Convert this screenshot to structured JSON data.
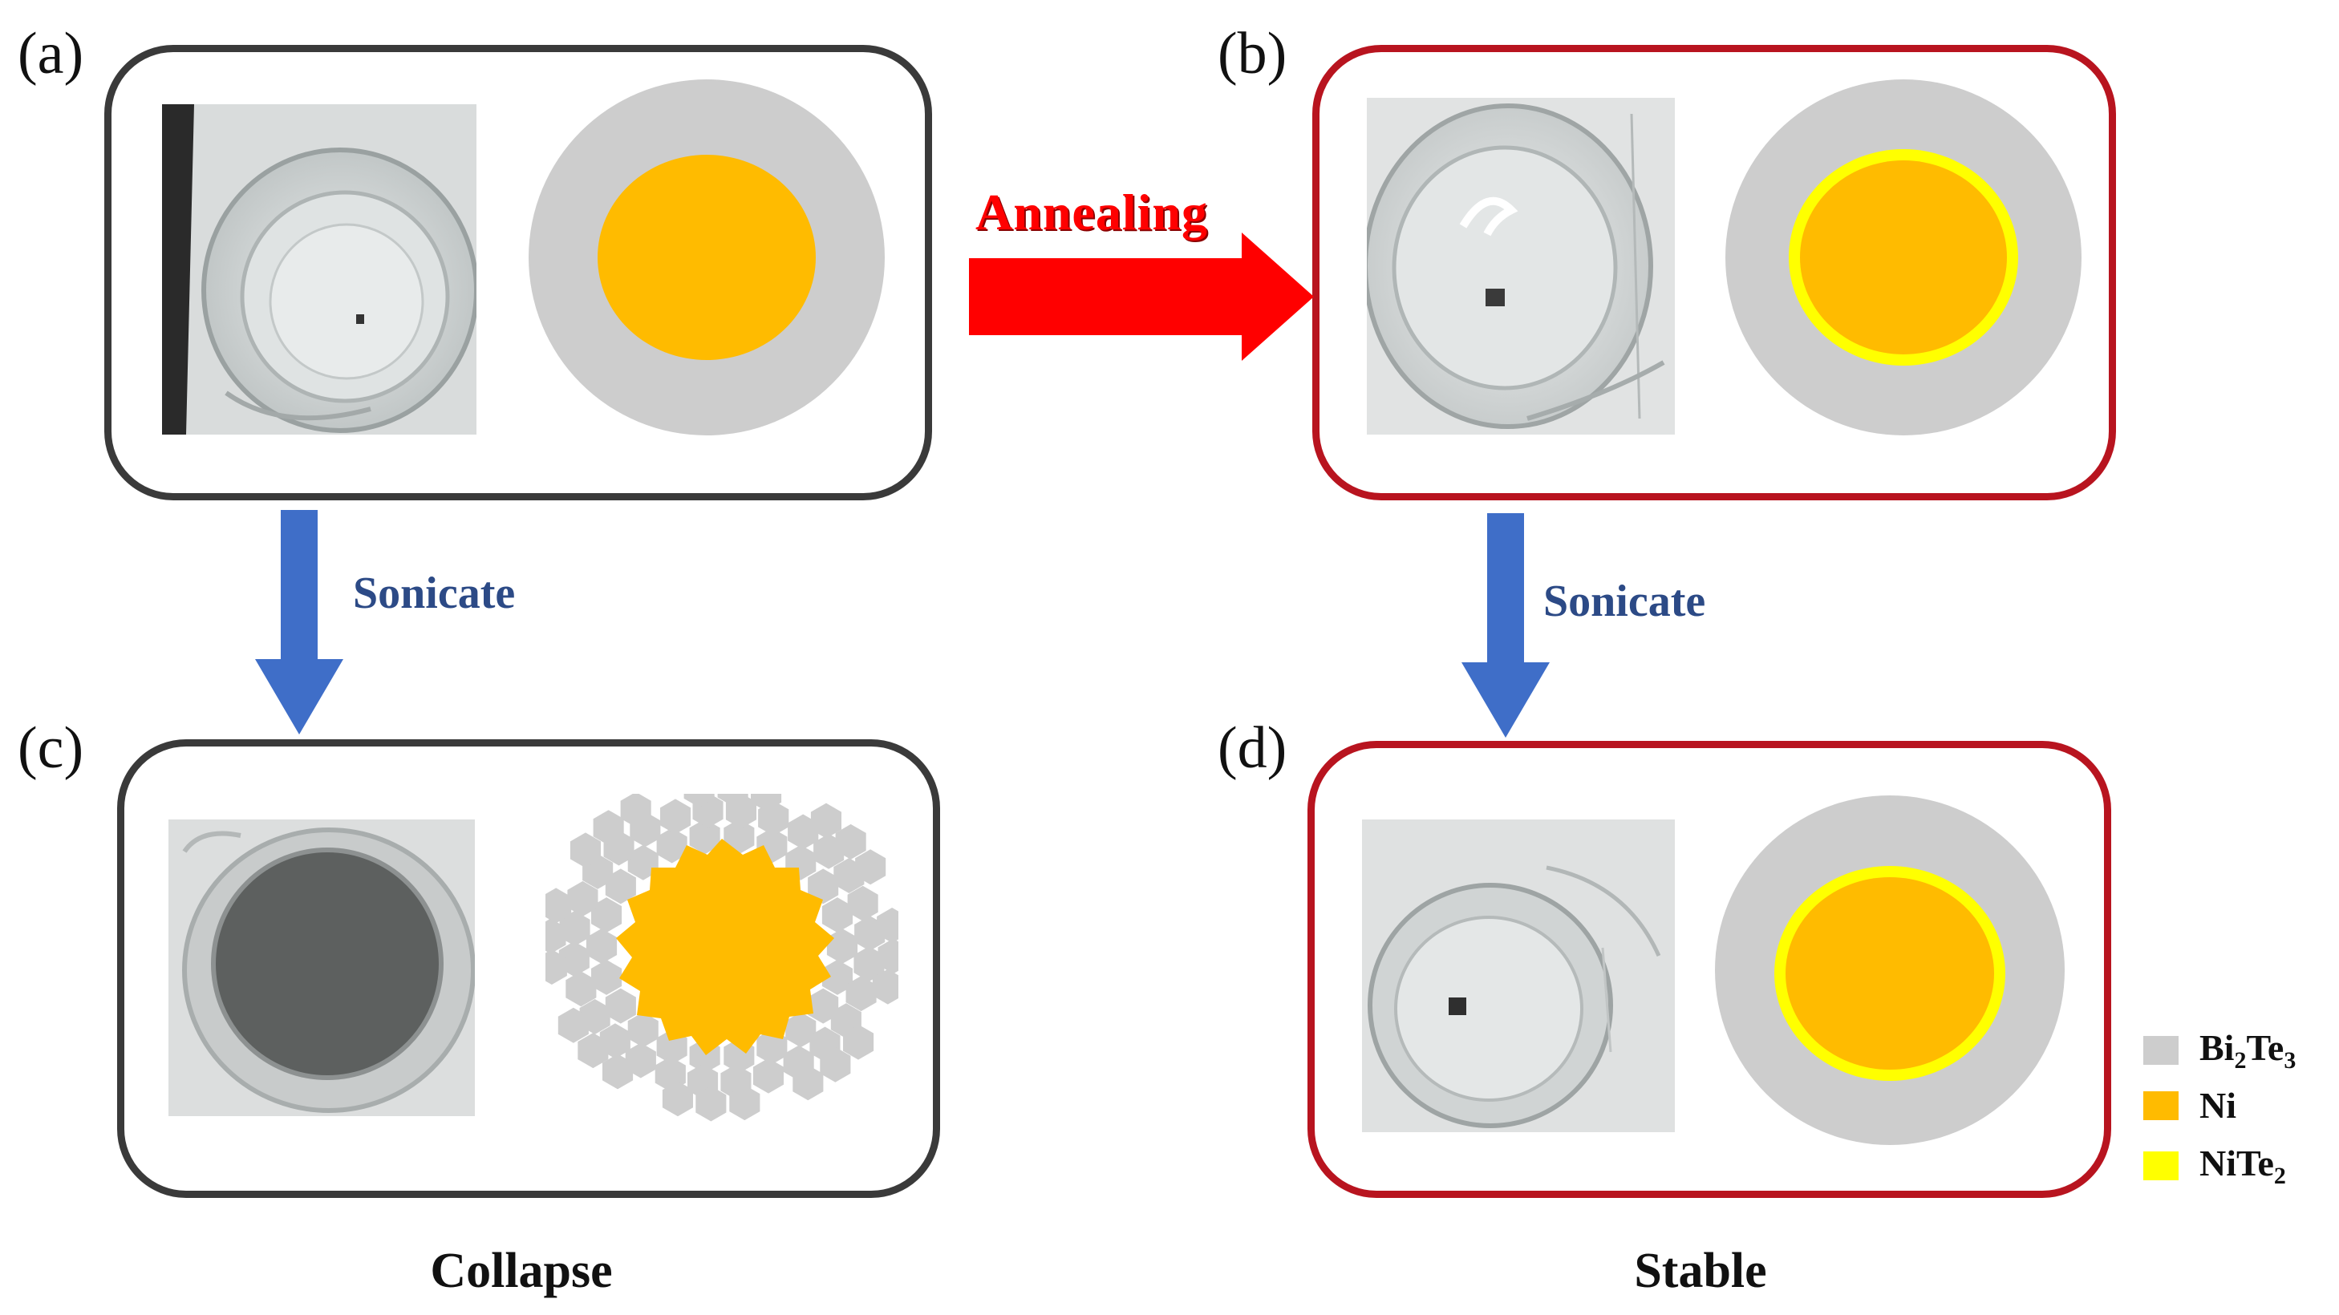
{
  "colors": {
    "black_border": "#3a3a3a",
    "red_border": "#b8141f",
    "bi2te3": "#cdcdcd",
    "ni": "#ffbb00",
    "nite2": "#ffff00",
    "annealing_arrow": "#ff0000",
    "sonicate_arrow": "#3f6ec8",
    "sonicate_text": "#2c4a86"
  },
  "panels": {
    "a": {
      "label": "(a)"
    },
    "b": {
      "label": "(b)"
    },
    "c": {
      "label": "(c)"
    },
    "d": {
      "label": "(d)"
    }
  },
  "arrows": {
    "annealing": {
      "label": "Annealing"
    },
    "sonicate_left": {
      "label": "Sonicate"
    },
    "sonicate_right": {
      "label": "Sonicate"
    }
  },
  "captions": {
    "left": "Collapse",
    "right": "Stable"
  },
  "legend": [
    {
      "base": "Bi",
      "sub1": "2",
      "mid": "Te",
      "sub2": "3",
      "color": "#cdcdcd"
    },
    {
      "base": "Ni",
      "sub1": "",
      "mid": "",
      "sub2": "",
      "color": "#ffbb00"
    },
    {
      "base": "NiTe",
      "sub1": "2",
      "mid": "",
      "sub2": "",
      "color": "#ffff00"
    }
  ]
}
